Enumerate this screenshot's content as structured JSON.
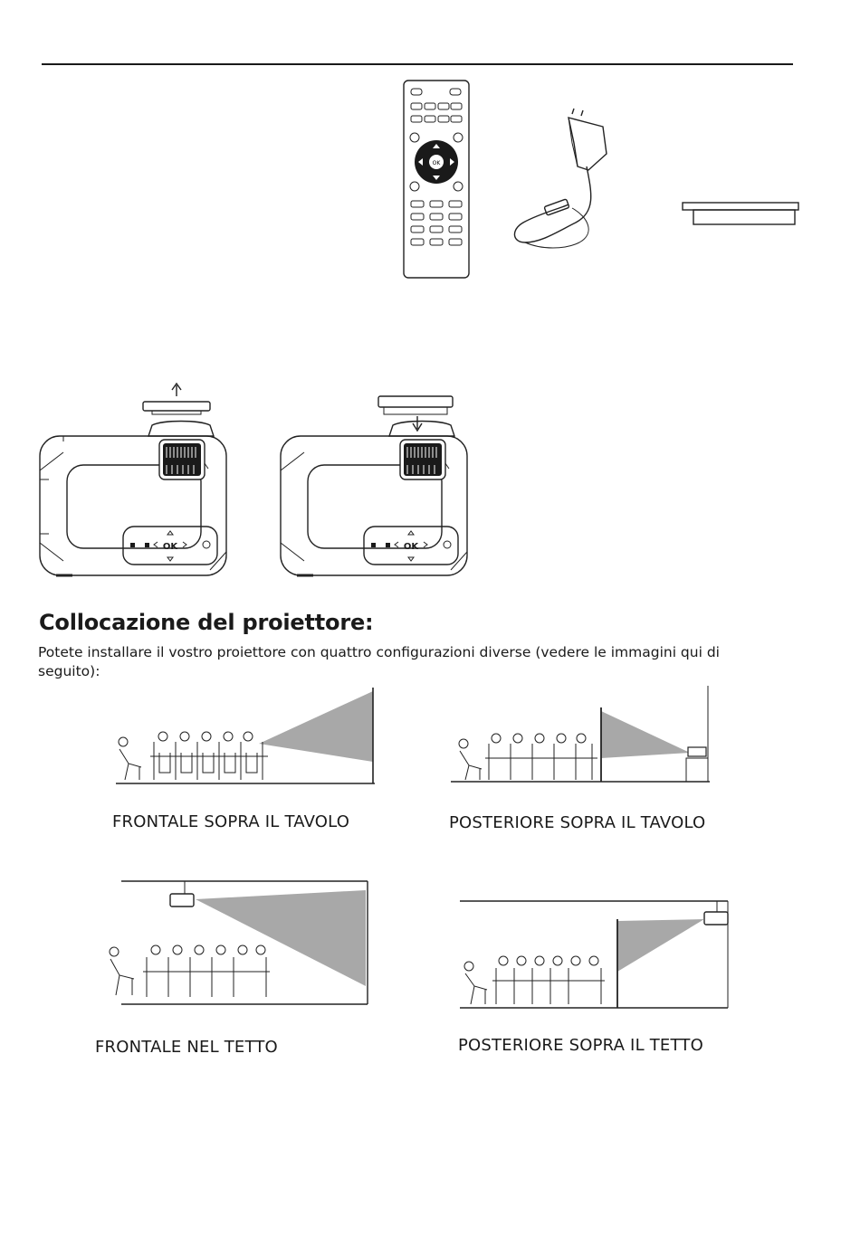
{
  "section": {
    "heading": "Collocazione del proiettore:",
    "paragraph": "Potete installare il vostro proiettore con quattro configurazioni diverse (vedere le immagini qui di seguito):"
  },
  "remote": {
    "ok_label": "OK"
  },
  "projector_panel": {
    "ok_label": "OK"
  },
  "configurations": [
    {
      "caption": "FRONTALE SOPRA IL TAVOLO"
    },
    {
      "caption": "POSTERIORE SOPRA IL TAVOLO"
    },
    {
      "caption": "FRONTALE NEL TETTO"
    },
    {
      "caption": "POSTERIORE SOPRA IL TETTO"
    }
  ]
}
